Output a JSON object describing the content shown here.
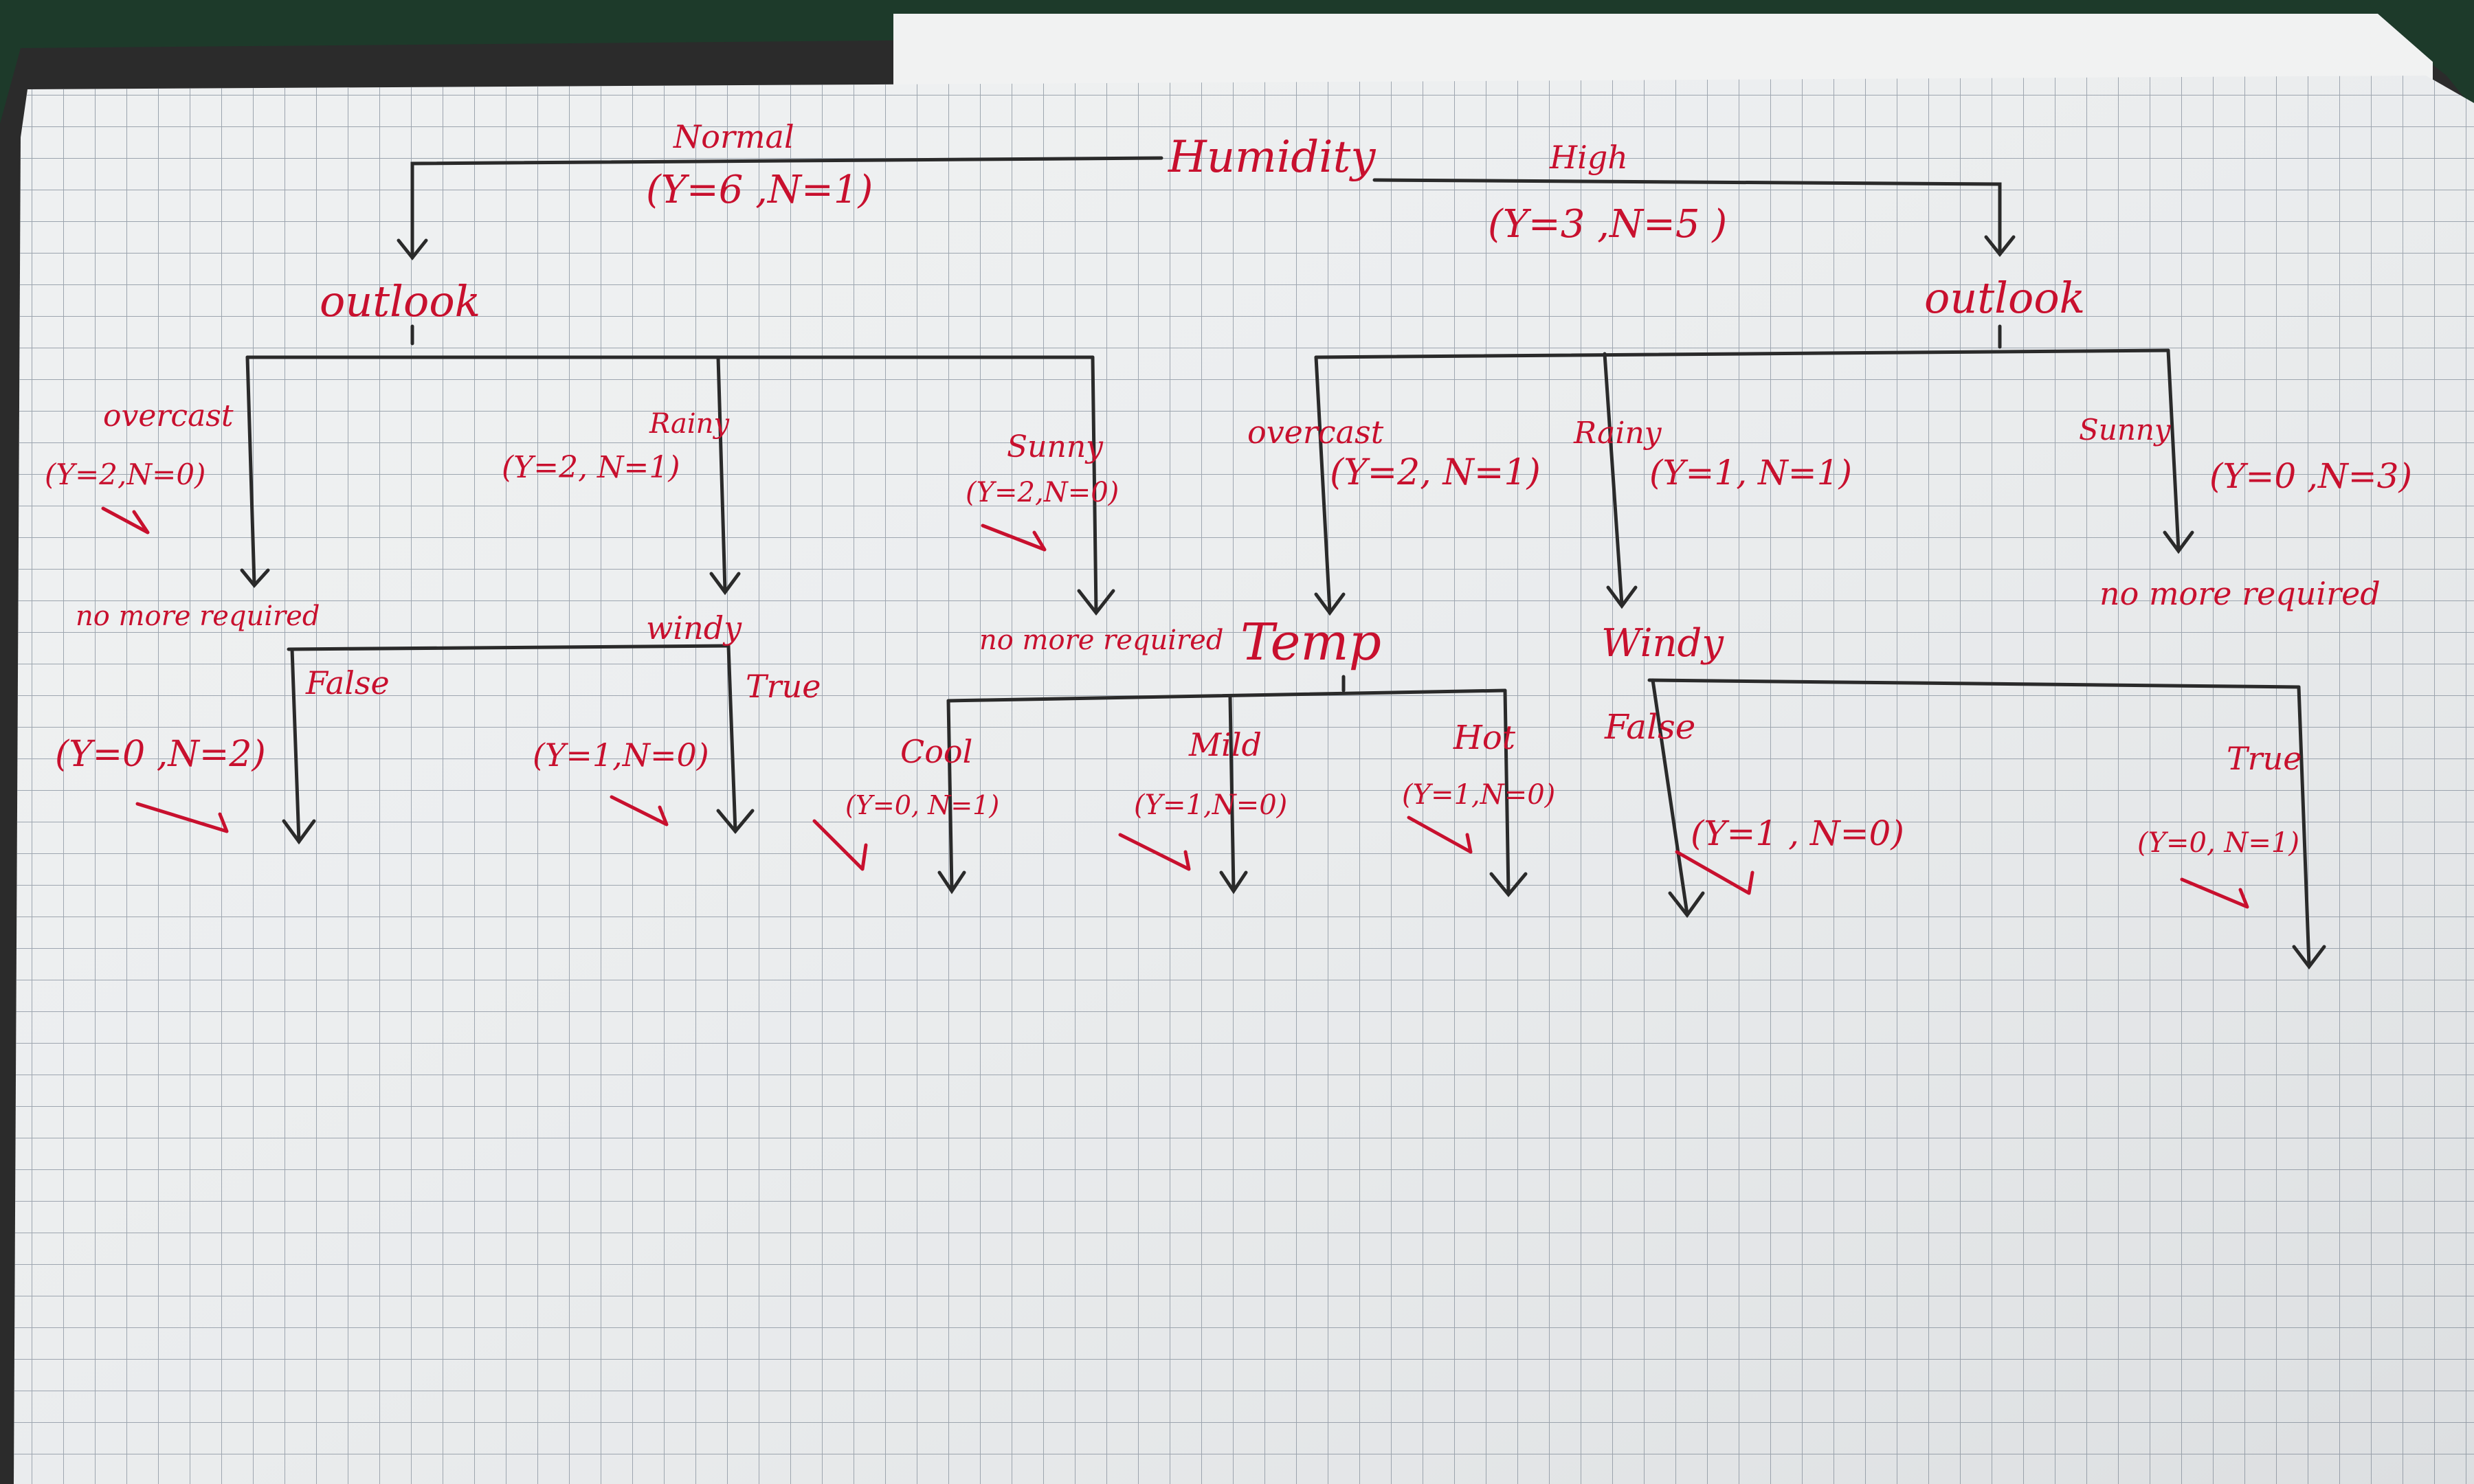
{
  "root": {
    "label": "Humidity"
  },
  "branches": {
    "normal": {
      "label": "Normal",
      "counts": "(Y=6 ,N=1)"
    },
    "high": {
      "label": "High",
      "counts": "(Y=3 ,N=5 )"
    }
  },
  "left": {
    "node": "outlook",
    "overcast": {
      "label": "overcast",
      "counts": "(Y=2,N=0)",
      "note": "no more required"
    },
    "rainy": {
      "label": "Rainy",
      "counts": "(Y=2, N=1)",
      "node": "windy"
    },
    "sunny": {
      "label": "Sunny",
      "counts": "(Y=2,N=0)",
      "note": "no more required"
    },
    "windy_false": {
      "label": "False",
      "counts": "(Y=0 ,N=2)"
    },
    "windy_true": {
      "label": "True",
      "counts": "(Y=1,N=0)"
    }
  },
  "right": {
    "node": "outlook",
    "overcast": {
      "label": "overcast",
      "counts": "(Y=2, N=1)",
      "node": "Temp"
    },
    "rainy": {
      "label": "Rainy",
      "counts": "(Y=1, N=1)",
      "node": "Windy"
    },
    "sunny": {
      "label": "Sunny",
      "counts": "(Y=0 ,N=3)",
      "note": "no more required"
    },
    "temp_cool": {
      "label": "Cool",
      "counts": "(Y=0, N=1)"
    },
    "temp_mild": {
      "label": "Mild",
      "counts": "(Y=1,N=0)"
    },
    "temp_hot": {
      "label": "Hot",
      "counts": "(Y=1,N=0)"
    },
    "windy_false": {
      "label": "False",
      "counts": "(Y=1 , N=0)"
    },
    "windy_true": {
      "label": "True",
      "counts": "(Y=0, N=1)"
    }
  }
}
